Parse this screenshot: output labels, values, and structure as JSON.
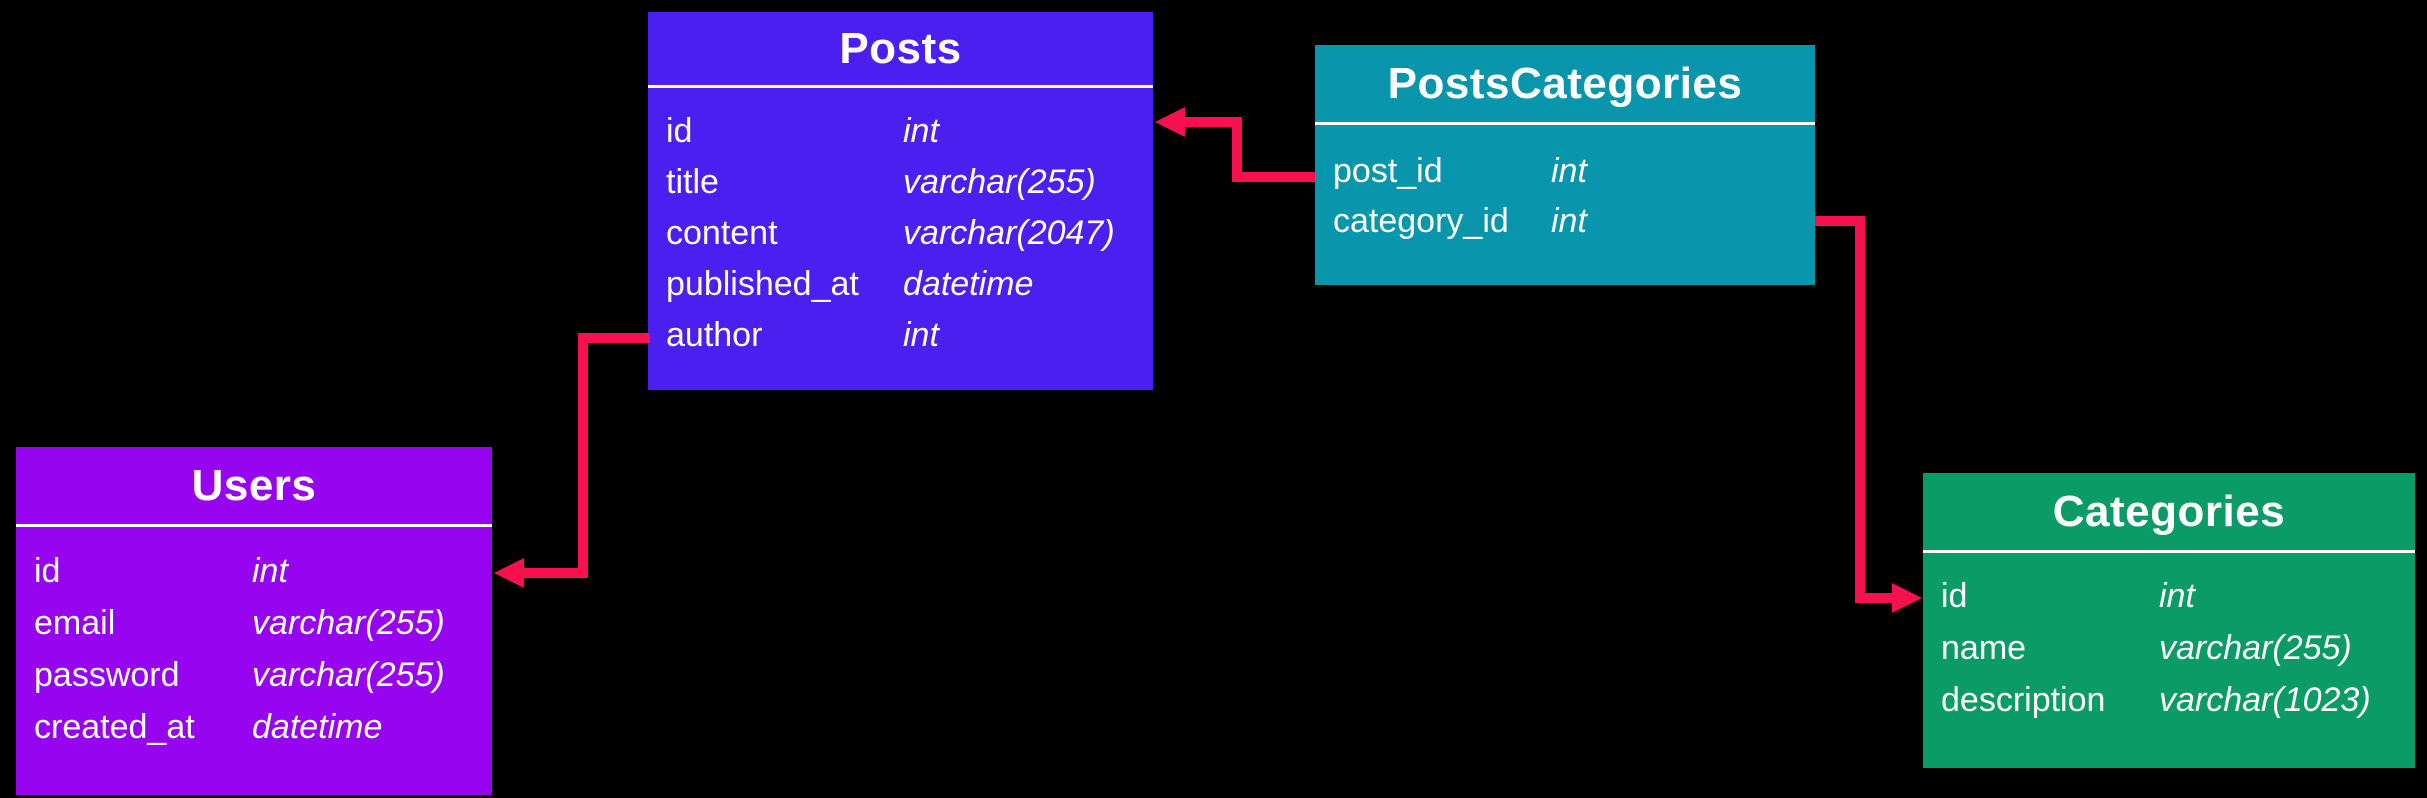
{
  "diagram": {
    "background_color": "#000000",
    "text_color": "#ffffff",
    "relation_color": "#f8114f",
    "tables": [
      {
        "title": "Posts",
        "color": "#4a1ff0",
        "fields": [
          {
            "name": "id",
            "type": "int"
          },
          {
            "name": "title",
            "type": "varchar(255)"
          },
          {
            "name": "content",
            "type": "varchar(2047)"
          },
          {
            "name": "published_at",
            "type": "datetime"
          },
          {
            "name": "author",
            "type": "int"
          }
        ]
      },
      {
        "title": "PostsCategories",
        "color": "#0996ac",
        "fields": [
          {
            "name": "post_id",
            "type": "int"
          },
          {
            "name": "category_id",
            "type": "int"
          }
        ]
      },
      {
        "title": "Users",
        "color": "#9705f0",
        "fields": [
          {
            "name": "id",
            "type": "int"
          },
          {
            "name": "email",
            "type": "varchar(255)"
          },
          {
            "name": "password",
            "type": "varchar(255)"
          },
          {
            "name": "created_at",
            "type": "datetime"
          }
        ]
      },
      {
        "title": "Categories",
        "color": "#0a9b66",
        "fields": [
          {
            "name": "id",
            "type": "int"
          },
          {
            "name": "name",
            "type": "varchar(255)"
          },
          {
            "name": "description",
            "type": "varchar(1023)"
          }
        ]
      }
    ],
    "relations": [
      {
        "from_table": "PostsCategories",
        "from_field": "post_id",
        "to_table": "Posts",
        "to_field": "id"
      },
      {
        "from_table": "Posts",
        "from_field": "author",
        "to_table": "Users",
        "to_field": "id"
      },
      {
        "from_table": "PostsCategories",
        "from_field": "category_id",
        "to_table": "Categories",
        "to_field": "id"
      }
    ]
  }
}
